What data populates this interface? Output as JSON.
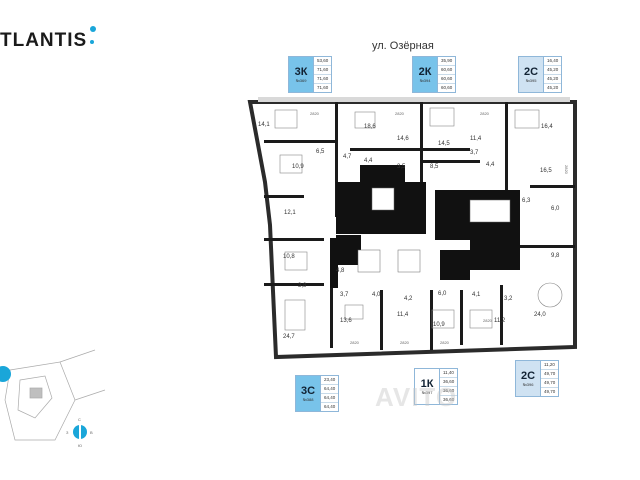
{
  "brand": {
    "logo_text": "TLANTIS"
  },
  "street": "ул. Озёрная",
  "apartments": [
    {
      "code": "3К",
      "number": "№369",
      "values": [
        "53,60",
        "71,60",
        "71,60",
        "71,60"
      ],
      "color": "blue"
    },
    {
      "code": "2К",
      "number": "№394",
      "values": [
        "35,90",
        "60,60",
        "60,60",
        "60,60"
      ],
      "color": "blue"
    },
    {
      "code": "2С",
      "number": "№395",
      "values": [
        "16,40",
        "45,20",
        "45,20",
        "45,20"
      ],
      "color": "light"
    },
    {
      "code": "3С",
      "number": "№388",
      "values": [
        "23,40",
        "64,40",
        "64,40",
        "64,40"
      ],
      "color": "blue"
    },
    {
      "code": "1К",
      "number": "№397",
      "values": [
        "11,40",
        "36,60",
        "36,60",
        "36,60"
      ],
      "color": "white"
    },
    {
      "code": "2С",
      "number": "№396",
      "values": [
        "11,20",
        "49,70",
        "49,70",
        "49,70"
      ],
      "color": "light"
    }
  ],
  "room_areas": [
    "14,1",
    "18,6",
    "14,6",
    "14,5",
    "11,4",
    "16,4",
    "10,9",
    "6,5",
    "4,7",
    "4,4",
    "3,5",
    "8,5",
    "3,7",
    "4,4",
    "16,5",
    "12,1",
    "6,3",
    "6,0",
    "10,8",
    "4,8",
    "9,8",
    "3,8",
    "3,7",
    "4,0",
    "4,2",
    "6,0",
    "4,1",
    "3,2",
    "24,0",
    "24,7",
    "13,6",
    "11,4",
    "10,9",
    "11,2"
  ],
  "dimensions": [
    "2820",
    "2820",
    "2820",
    "2820",
    "2820",
    "2820",
    "2820",
    "2820"
  ],
  "compass": {
    "north": "С",
    "south": "Ю",
    "east": "В",
    "west": "З"
  },
  "watermark": "AVITO"
}
